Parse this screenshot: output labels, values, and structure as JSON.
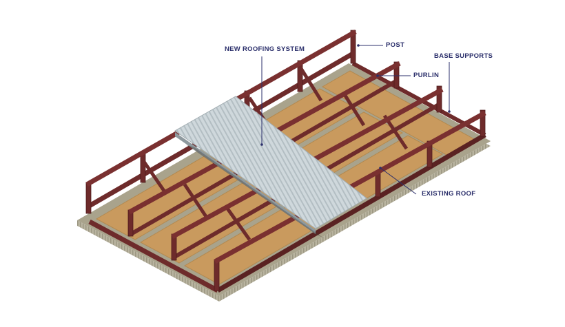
{
  "labels": {
    "new_roofing_system": "NEW ROOFING SYSTEM",
    "post": "POST",
    "purlin": "PURLIN",
    "base_supports": "BASE SUPPORTS",
    "existing_roof": "EXISTING ROOF"
  },
  "colors": {
    "label_text": "#2b2f6b",
    "leader_line": "#2b2f6b",
    "steel_face": "#6e2b2b",
    "steel_dark": "#4e1c1c",
    "steel_light": "#8a3a3a",
    "existing_roof_panel": "#c99a5e",
    "existing_roof_edge": "#a9a38c",
    "new_roof_sheet": "#c9d2d6"
  }
}
